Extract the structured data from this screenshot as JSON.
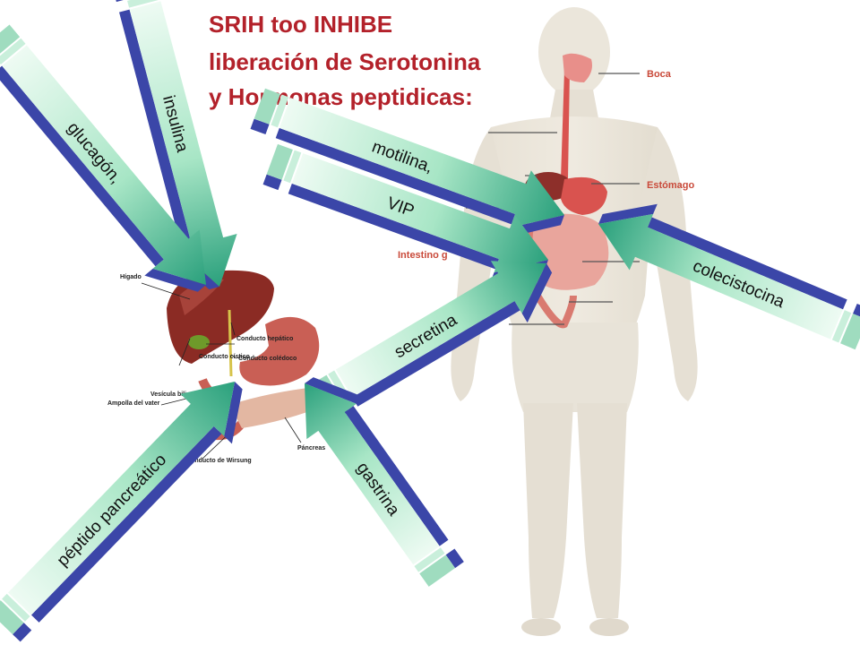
{
  "title": {
    "line1": "SRIH too INHIBE",
    "line2": "liberación de Serotonina",
    "line3": "y Hormonas peptidicas:"
  },
  "arrows": {
    "insulina": "insulina",
    "glucagon": "glucagón,",
    "motilina": "motilina,",
    "vip": "VIP",
    "colecistocina": "colecistocina",
    "secretina": "secretina",
    "gastrina": "gastrina",
    "peptido": "péptido pancreático"
  },
  "digestive_labels": {
    "higado": "Hígado",
    "conducto_hepatico": "Conducto hepático",
    "conducto_coledoco": "Conducto colédoco",
    "conducto_cistico": "Conducto cístico",
    "vesicula": "Vesícula biliar",
    "ampolla": "Ampolla del vater",
    "pancreas": "Páncreas",
    "wirsung": "Conducto de Wirsung"
  },
  "body_labels": {
    "boca": "Boca",
    "estomago": "Estómago",
    "intestino": "Intestino g"
  },
  "colors": {
    "title": "#b3212a",
    "arrow_face_light": "#e9f9ef",
    "arrow_face_dark": "#2aa07c",
    "arrow_side": "#3b46a8",
    "body_label": "#c94a3a"
  }
}
